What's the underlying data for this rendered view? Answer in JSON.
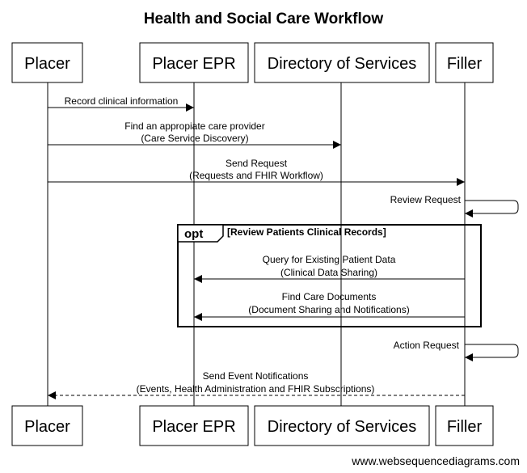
{
  "title": "Health and Social Care Workflow",
  "actors": [
    {
      "id": "placer",
      "name": "Placer"
    },
    {
      "id": "placer_epr",
      "name": "Placer EPR"
    },
    {
      "id": "directory",
      "name": "Directory of Services"
    },
    {
      "id": "filler",
      "name": "Filler"
    }
  ],
  "messages": [
    {
      "from": "placer",
      "to": "placer_epr",
      "line1": "Record clinical information",
      "line2": "",
      "style": "solid"
    },
    {
      "from": "placer",
      "to": "directory",
      "line1": "Find an appropiate care provider",
      "line2": "(Care Service Discovery)",
      "style": "solid"
    },
    {
      "from": "placer",
      "to": "filler",
      "line1": "Send Request",
      "line2": "(Requests and FHIR Workflow)",
      "style": "solid"
    },
    {
      "from": "filler",
      "to": "filler",
      "line1": "Review Request",
      "line2": "",
      "style": "self"
    },
    {
      "from": "filler",
      "to": "placer_epr",
      "line1": "Query for Existing Patient Data",
      "line2": "(Clinical Data Sharing)",
      "style": "solid"
    },
    {
      "from": "filler",
      "to": "placer_epr",
      "line1": "Find Care Documents",
      "line2": "(Document Sharing and Notifications)",
      "style": "solid"
    },
    {
      "from": "filler",
      "to": "filler",
      "line1": "Action Request",
      "line2": "",
      "style": "self"
    },
    {
      "from": "filler",
      "to": "placer",
      "line1": "Send Event Notifications",
      "line2": "(Events, Health Administration and FHIR Subscriptions)",
      "style": "dashed"
    }
  ],
  "fragment": {
    "operator": "opt",
    "guard": "[Review Patients Clinical Records]"
  },
  "footer": "www.websequencediagrams.com"
}
